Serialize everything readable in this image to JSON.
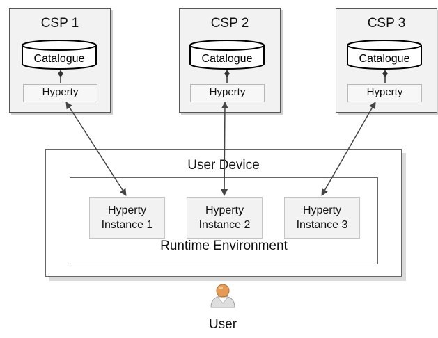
{
  "csps": [
    {
      "title": "CSP 1",
      "catalogue": "Catalogue",
      "hyperty": "Hyperty"
    },
    {
      "title": "CSP 2",
      "catalogue": "Catalogue",
      "hyperty": "Hyperty"
    },
    {
      "title": "CSP 3",
      "catalogue": "Catalogue",
      "hyperty": "Hyperty"
    }
  ],
  "device": {
    "title": "User Device",
    "runtime_label": "Runtime Environment",
    "instances": [
      {
        "line1": "Hyperty",
        "line2": "Instance 1"
      },
      {
        "line1": "Hyperty",
        "line2": "Instance 2"
      },
      {
        "line1": "Hyperty",
        "line2": "Instance 3"
      }
    ]
  },
  "user": {
    "label": "User"
  }
}
